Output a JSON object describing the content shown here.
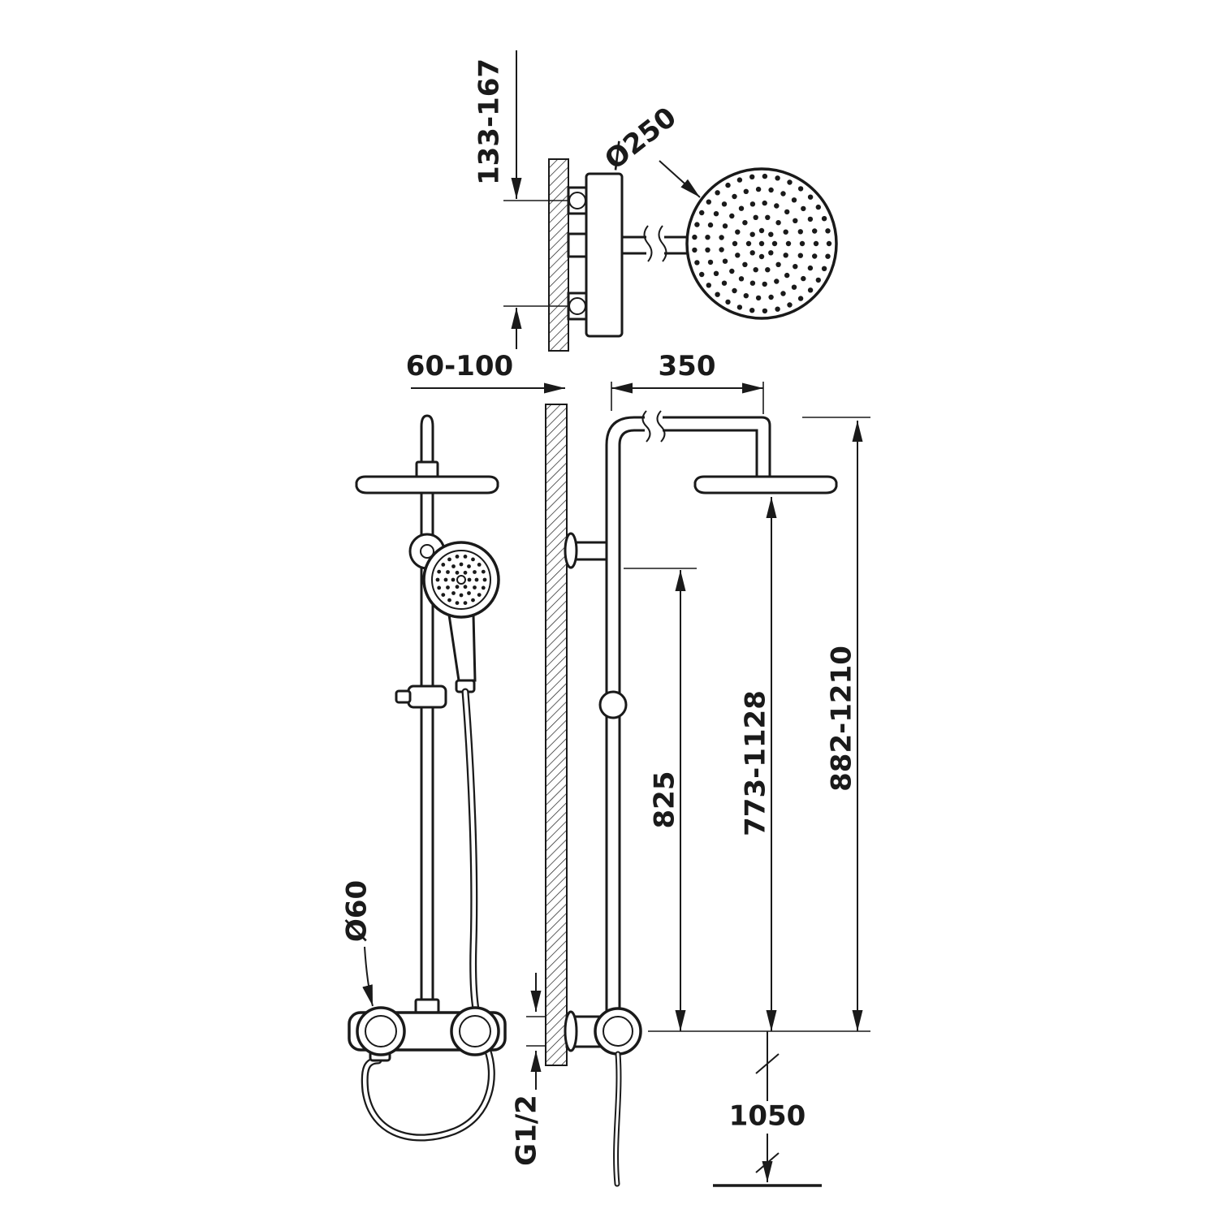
{
  "page": {
    "background": "#ffffff",
    "line_color": "#1a1a1a",
    "drawing_type": "shower-column-dimensional-drawing"
  },
  "labels": {
    "inlet_spacing": "133-167",
    "rain_head_diameter": "Ø250",
    "wall_clearance": "60-100",
    "arm_projection": "350",
    "bracket_height": "825",
    "head_height_range": "773-1128",
    "overall_height_range": "882-1210",
    "hose_length": "1050",
    "valve_diameter": "Ø60",
    "thread": "G1/2"
  }
}
